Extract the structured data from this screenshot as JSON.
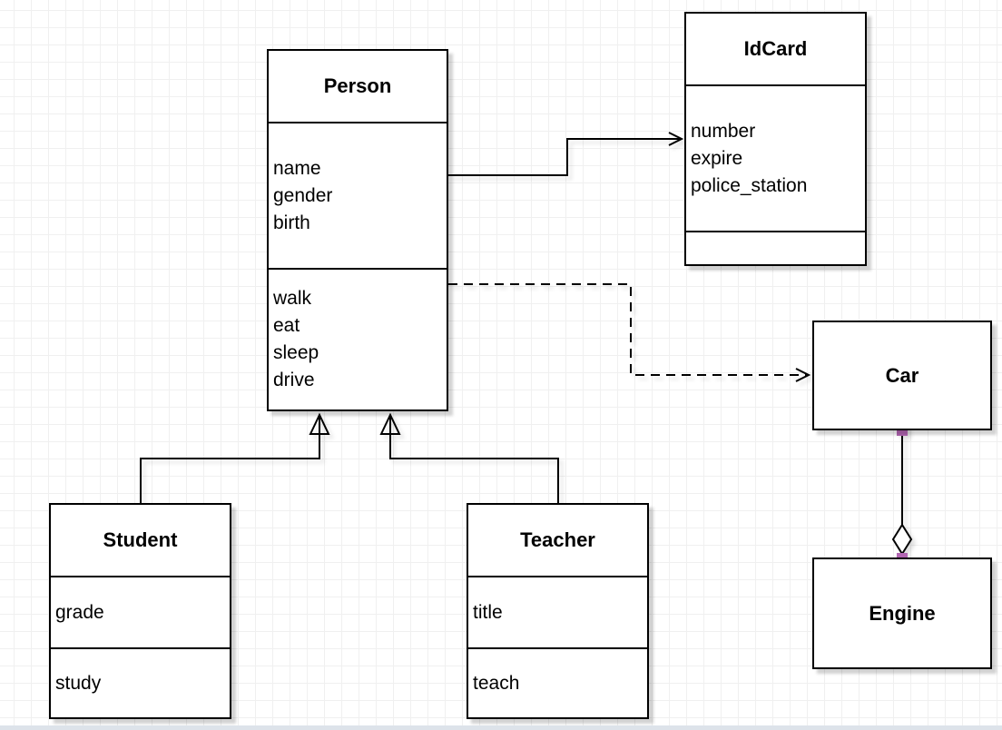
{
  "diagram": {
    "type": "uml-class-diagram",
    "classes": [
      {
        "name": "Person",
        "attributes": [
          "name",
          "gender",
          "birth"
        ],
        "methods": [
          "walk",
          "eat",
          "sleep",
          "drive"
        ]
      },
      {
        "name": "IdCard",
        "attributes": [
          "number",
          "expire",
          "police_station"
        ],
        "methods": []
      },
      {
        "name": "Car",
        "attributes": [],
        "methods": []
      },
      {
        "name": "Engine",
        "attributes": [],
        "methods": []
      },
      {
        "name": "Student",
        "attributes": [
          "grade"
        ],
        "methods": [
          "study"
        ]
      },
      {
        "name": "Teacher",
        "attributes": [
          "title"
        ],
        "methods": [
          "teach"
        ]
      }
    ],
    "relationships": [
      {
        "from": "Person",
        "to": "IdCard",
        "type": "association",
        "line": "solid",
        "arrow": "open-arrow"
      },
      {
        "from": "Person",
        "to": "Car",
        "type": "dependency",
        "line": "dashed",
        "arrow": "open-arrow"
      },
      {
        "from": "Student",
        "to": "Person",
        "type": "generalization",
        "line": "solid",
        "arrow": "hollow-triangle"
      },
      {
        "from": "Teacher",
        "to": "Person",
        "type": "generalization",
        "line": "solid",
        "arrow": "hollow-triangle"
      },
      {
        "from": "Car",
        "to": "Engine",
        "type": "aggregation",
        "line": "solid",
        "arrow": "hollow-diamond"
      }
    ],
    "colors": {
      "stroke": "#000000",
      "shape_fill": "#ffffff",
      "endpoint_handle": "#b266b2",
      "grid_line": "#f0f0f0",
      "canvas_bg": "#ffffff",
      "scroll_strip": "#dde3ea"
    }
  }
}
